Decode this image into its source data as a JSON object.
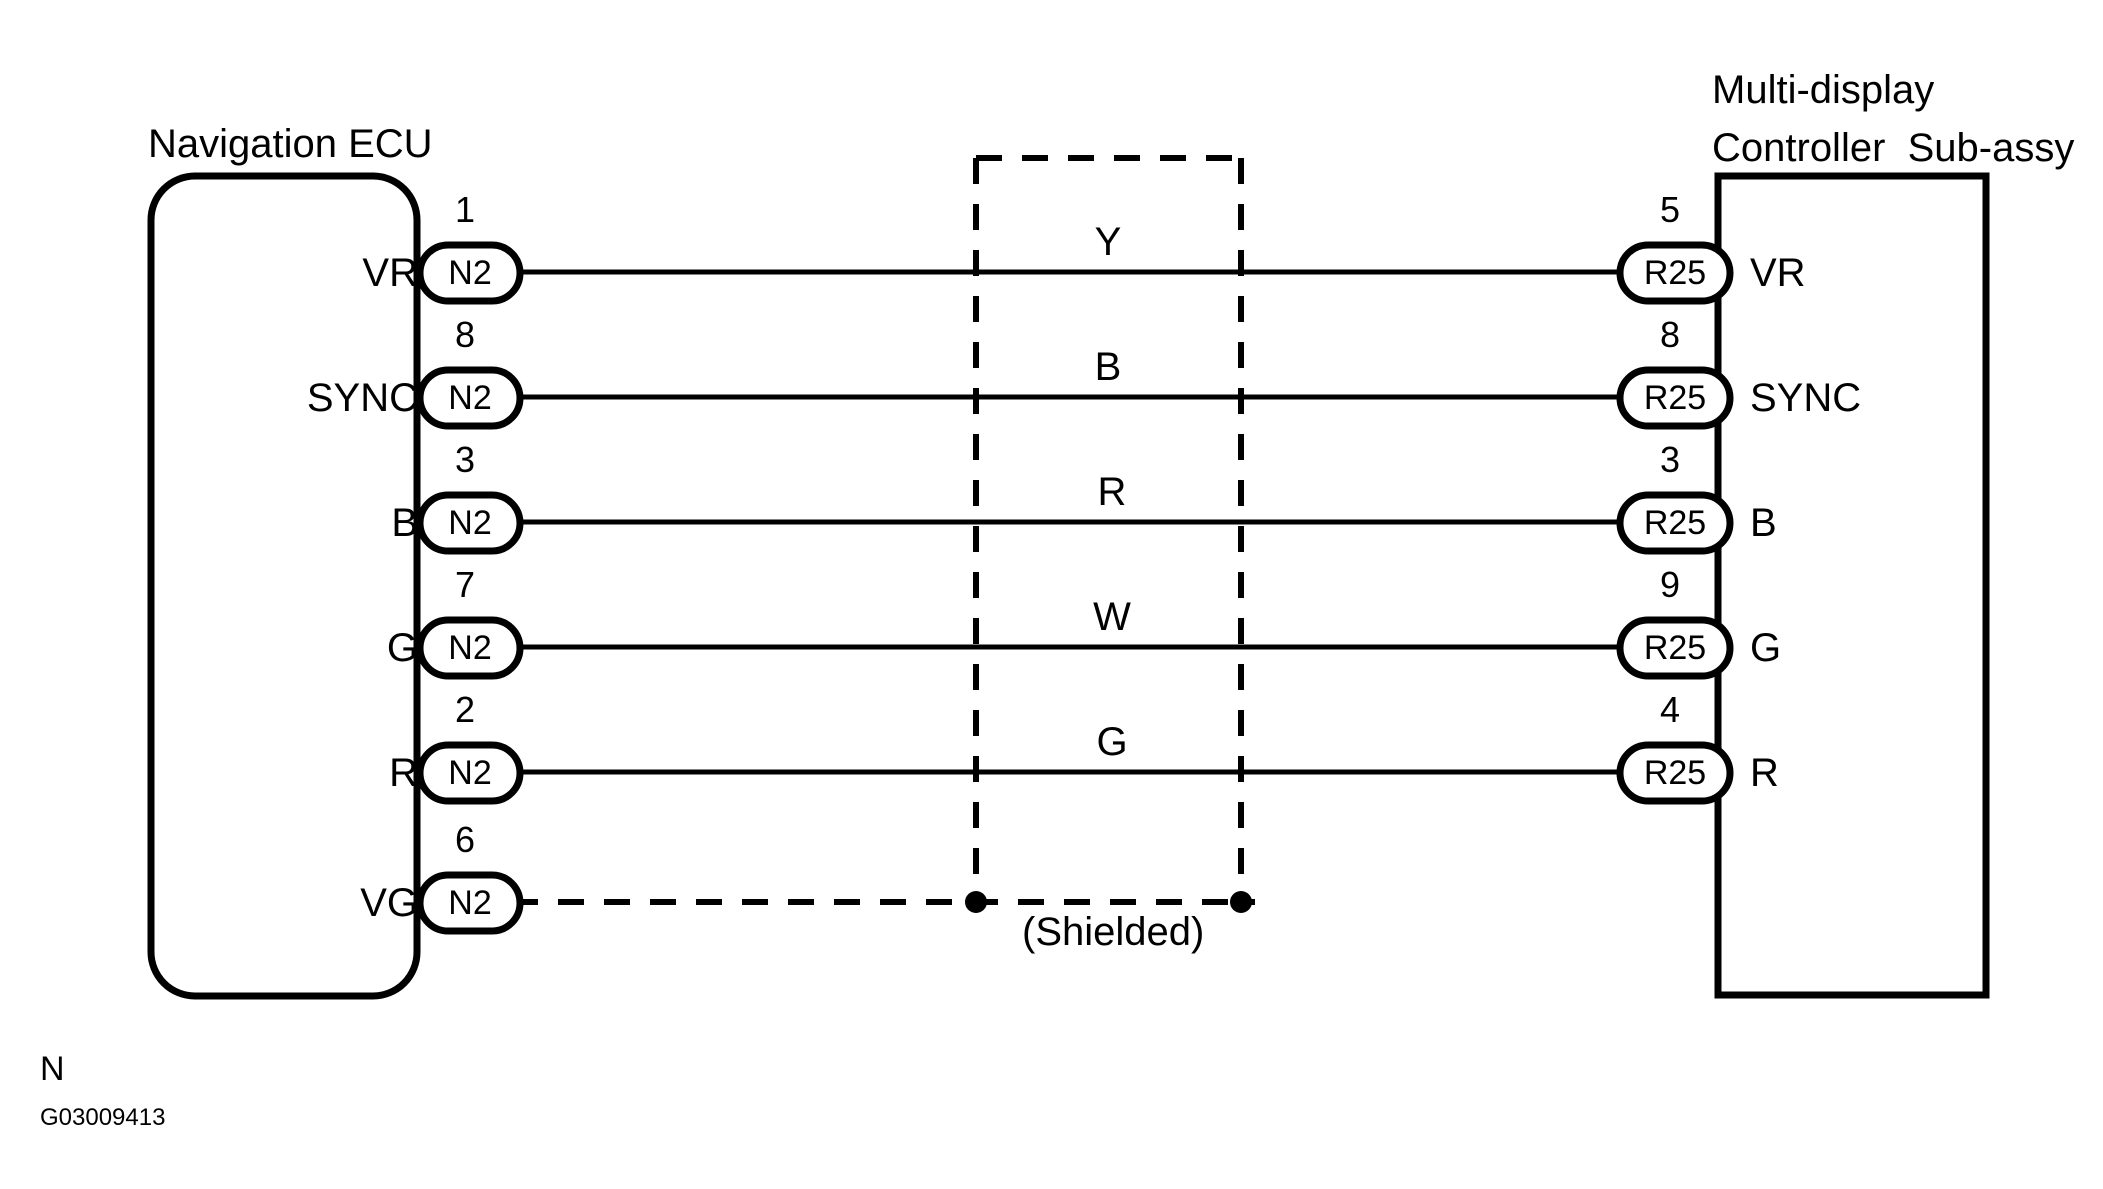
{
  "diagram": {
    "left_unit": {
      "title": "Navigation ECU"
    },
    "right_unit": {
      "title_line1": "Multi-display",
      "title_line2": "Controller  Sub-assy"
    },
    "shield_note": "(Shielded)",
    "footer": {
      "n_label": "N",
      "figure_id": "G03009413"
    },
    "left_connector_code": "N2",
    "right_connector_code": "R25",
    "rows": [
      {
        "left_signal": "VR",
        "left_pin": "1",
        "wire": "Y",
        "right_pin": "5",
        "right_signal": "VR"
      },
      {
        "left_signal": "SYNC",
        "left_pin": "8",
        "wire": "B",
        "right_pin": "8",
        "right_signal": "SYNC"
      },
      {
        "left_signal": "B",
        "left_pin": "3",
        "wire": "R",
        "right_pin": "3",
        "right_signal": "B"
      },
      {
        "left_signal": "G",
        "left_pin": "7",
        "wire": "W",
        "right_pin": "9",
        "right_signal": "G"
      },
      {
        "left_signal": "R",
        "left_pin": "2",
        "wire": "G",
        "right_pin": "4",
        "right_signal": "R"
      }
    ],
    "shield_row": {
      "left_signal": "VG",
      "left_pin": "6",
      "connector_code": "N2"
    },
    "colors": {
      "stroke": "#000000",
      "background": "#ffffff"
    }
  }
}
